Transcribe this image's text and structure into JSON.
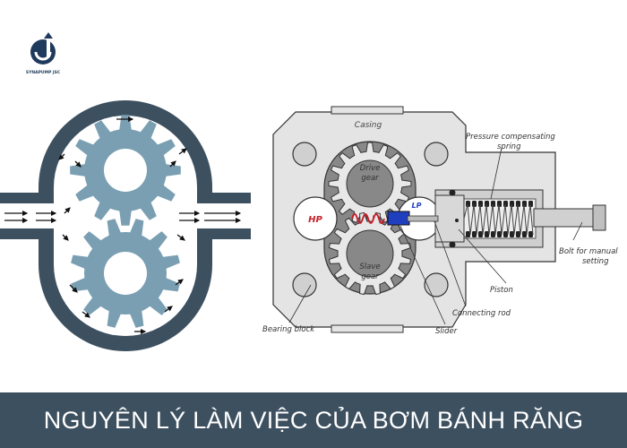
{
  "logo": {
    "text": "SYNAPUMP JSC"
  },
  "diagram": {
    "labels": {
      "casing": "Casing",
      "drive_gear": "Drive\ngear",
      "slave_gear": "Slave\ngear",
      "hp": "HP",
      "lp": "LP",
      "pressure_spring": "Pressure compensating\nspring",
      "bolt": "Bolt for manual\nsetting",
      "piston": "Piston",
      "connecting_rod": "Connecting rod",
      "slider": "Slider",
      "bearing_block": "Bearing block"
    }
  },
  "colors": {
    "housing_dark": "#3d5060",
    "gear_blue": "#7a9fb3",
    "banner_bg": "#3d5060",
    "hp_red": "#c8202a",
    "lp_blue": "#1f3fbf"
  },
  "banner": {
    "title": "NGUYÊN LÝ LÀM VIỆC CỦA BƠM BÁNH RĂNG"
  }
}
